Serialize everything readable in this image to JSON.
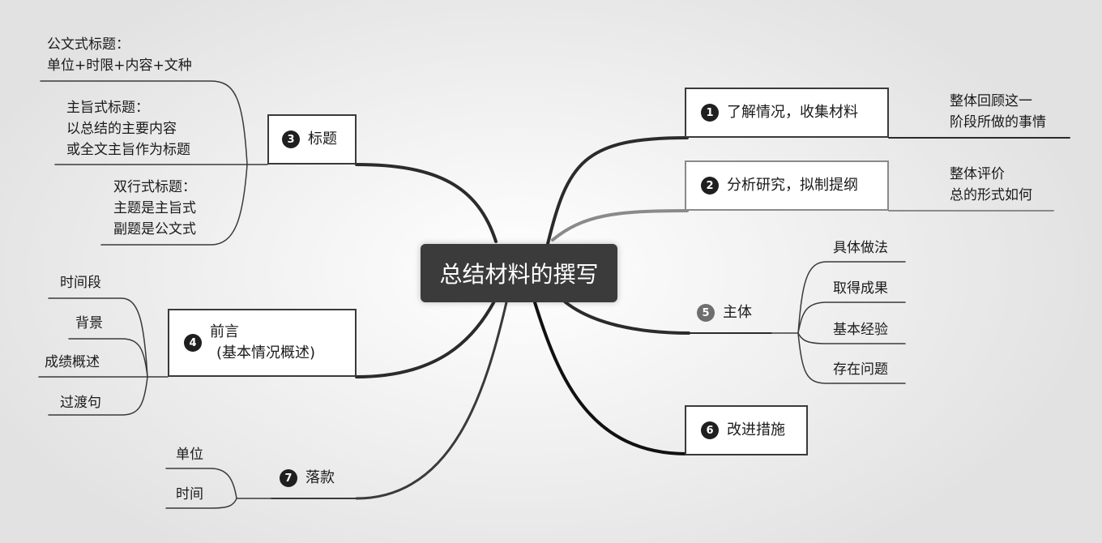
{
  "central": {
    "title": "总结材料的撰写"
  },
  "nodes": {
    "n1": {
      "num": "1",
      "label": "了解情况，收集材料",
      "note_lines": [
        "整体回顾这一",
        "阶段所做的事情"
      ]
    },
    "n2": {
      "num": "2",
      "label": "分析研究，拟制提纲",
      "note_lines": [
        "整体评价",
        "总的形式如何"
      ]
    },
    "n3": {
      "num": "3",
      "label": "标题",
      "children": [
        {
          "lines": [
            "公文式标题：",
            "单位+时限+内容+文种"
          ]
        },
        {
          "lines": [
            "主旨式标题：",
            "以总结的主要内容",
            "或全文主旨作为标题"
          ]
        },
        {
          "lines": [
            "双行式标题：",
            "主题是主旨式",
            "副题是公文式"
          ]
        }
      ]
    },
    "n4": {
      "num": "4",
      "label_lines": [
        "前言",
        "(基本情况概述)"
      ],
      "children": [
        "时间段",
        "背景",
        "成绩概述",
        "过渡句"
      ]
    },
    "n5": {
      "num": "5",
      "label": "主体",
      "children": [
        "具体做法",
        "取得成果",
        "基本经验",
        "存在问题"
      ]
    },
    "n6": {
      "num": "6",
      "label": "改进措施"
    },
    "n7": {
      "num": "7",
      "label": "落款",
      "children": [
        "单位",
        "时间"
      ]
    }
  },
  "colors": {
    "badge_dark": "#1f1f1f",
    "badge_mid": "#6e6e6e",
    "branch_dark": "#2b2b2b",
    "branch_light": "#8a8a8a",
    "central_bg": "#3b3b3b"
  }
}
